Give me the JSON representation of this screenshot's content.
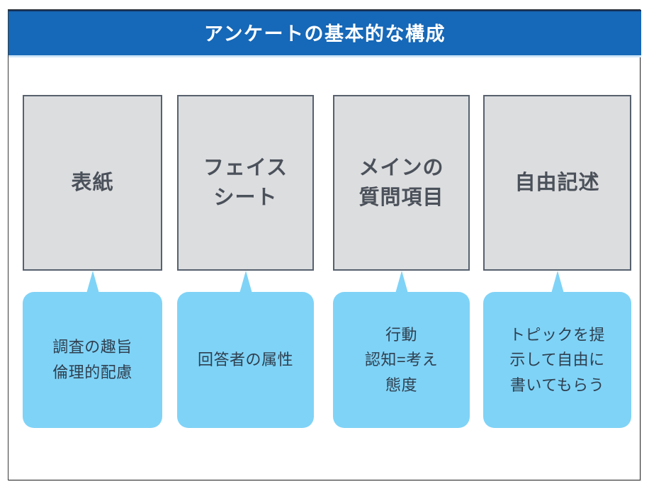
{
  "slide": {
    "title": "アンケートの基本的な構成",
    "colors": {
      "title_banner": "#1668b8",
      "title_text": "#ffffff",
      "doc_box_fill": "#dcdddf",
      "doc_box_border": "#565e69",
      "doc_box_text": "#4b515a",
      "callout_fill": "#7fd3f7",
      "callout_text": "#2f3f4f",
      "slide_border": "#3a3a3a",
      "slide_background": "#ffffff"
    }
  },
  "columns": [
    {
      "box_label": "表紙",
      "callout_text": "調査の趣旨\n倫理的配慮"
    },
    {
      "box_label": "フェイス\nシート",
      "callout_text": "回答者の属性"
    },
    {
      "box_label": "メインの\n質問項目",
      "callout_text": "行動\n認知=考え\n態度"
    },
    {
      "box_label": "自由記述",
      "callout_text": "トピックを提\n示して自由に\n書いてもらう"
    }
  ]
}
